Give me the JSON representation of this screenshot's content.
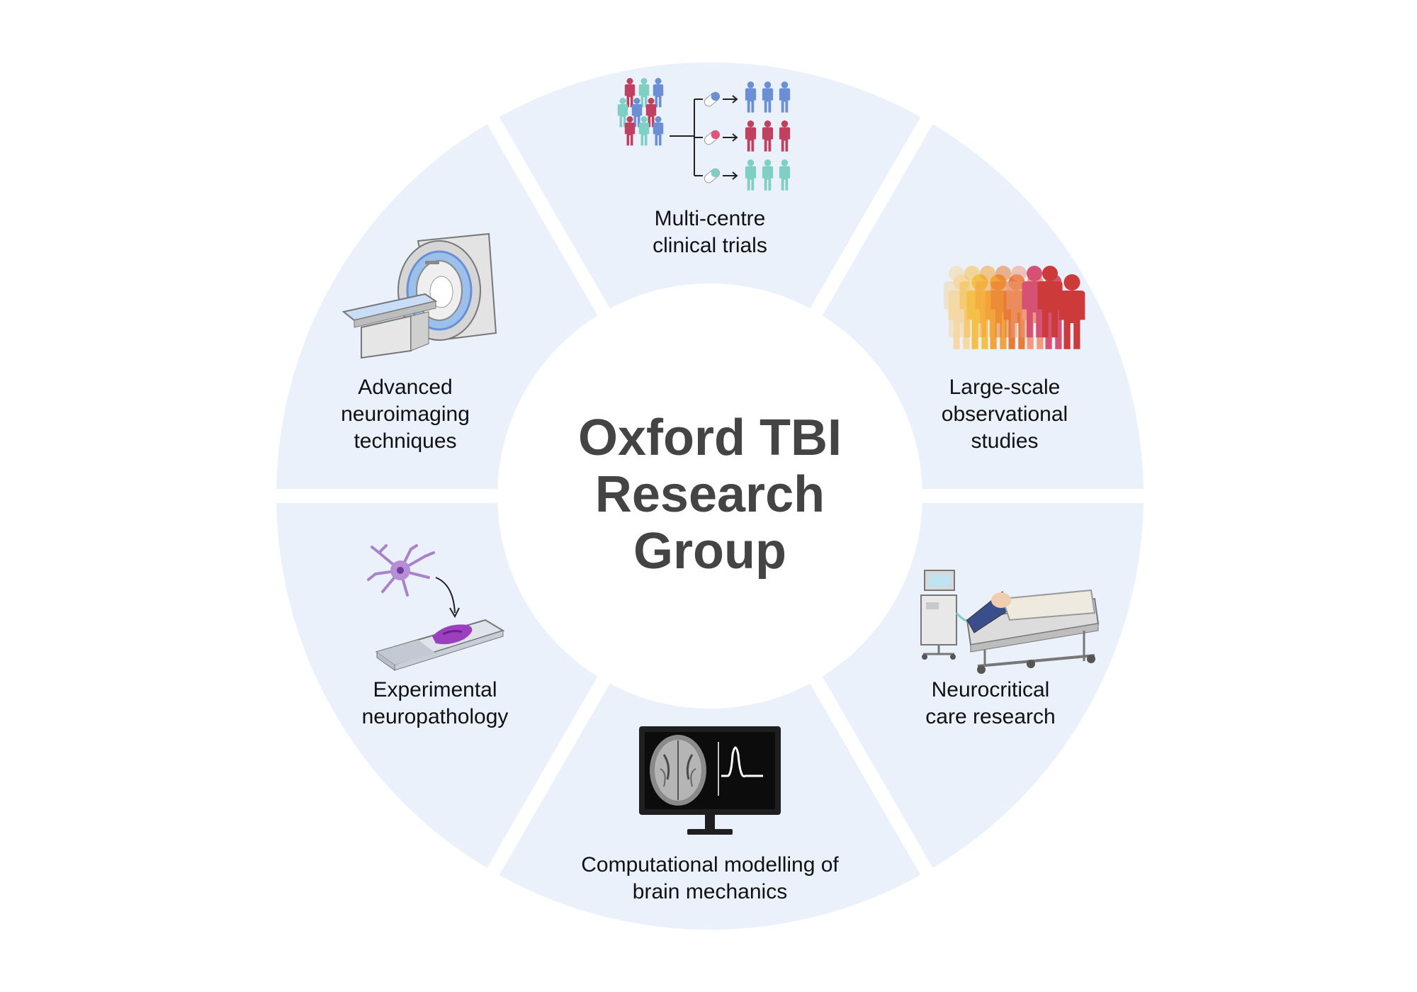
{
  "center": {
    "title": "Oxford TBI\nResearch\nGroup"
  },
  "segments": [
    {
      "id": "trials",
      "label": "Multi-centre\nclinical trials",
      "icon": "clinical-trial-groups-icon"
    },
    {
      "id": "observational",
      "label": "Large-scale\nobservational\nstudies",
      "icon": "crowd-icon"
    },
    {
      "id": "neurocritical",
      "label": "Neurocritical\ncare research",
      "icon": "icu-bed-ventilator-icon"
    },
    {
      "id": "modelling",
      "label": "Computational modelling of\nbrain mechanics",
      "icon": "monitor-brain-scan-icon"
    },
    {
      "id": "neuropathology",
      "label": "Experimental\nneuropathology",
      "icon": "neuron-slide-icon"
    },
    {
      "id": "neuroimaging",
      "label": "Advanced\nneuroimaging\ntechniques",
      "icon": "mri-scanner-icon"
    }
  ],
  "colors": {
    "segment_fill": "#eaf1fb",
    "title": "#444444",
    "text": "#111111",
    "pink": "#c0405f",
    "blue": "#6b8fd4",
    "teal": "#7fcfc4"
  }
}
